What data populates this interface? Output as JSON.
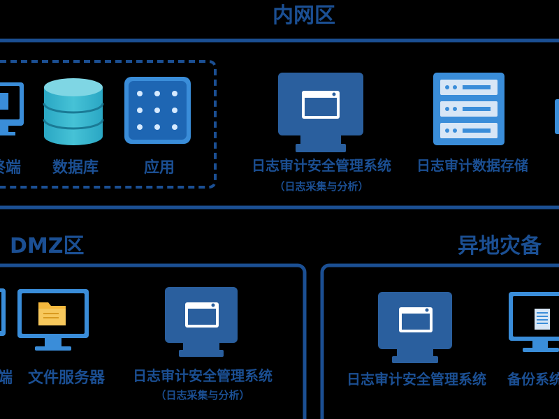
{
  "zones": {
    "intranet": {
      "title": "内网区",
      "items": [
        {
          "label": "终端",
          "icon": "monitor-icon"
        },
        {
          "label": "数据库",
          "icon": "database-icon"
        },
        {
          "label": "应用",
          "icon": "app-server-icon"
        },
        {
          "label": "日志审计安全管理系统",
          "sublabel": "（日志采集与分析）",
          "icon": "monitor-window-icon"
        },
        {
          "label": "日志审计数据存储",
          "icon": "server-rack-icon"
        }
      ]
    },
    "dmz": {
      "title": "DMZ区",
      "items": [
        {
          "label": "终端",
          "icon": "monitor-icon"
        },
        {
          "label": "文件服务器",
          "icon": "folder-monitor-icon"
        },
        {
          "label": "日志审计安全管理系统",
          "sublabel": "（日志采集与分析）",
          "icon": "monitor-window-icon"
        }
      ]
    },
    "remote": {
      "title": "异地灾备",
      "items": [
        {
          "label": "日志审计安全管理系统",
          "icon": "monitor-window-icon"
        },
        {
          "label": "备份系统",
          "icon": "document-monitor-icon"
        }
      ]
    }
  },
  "colors": {
    "background": "#000000",
    "primary": "#1b4f93",
    "icon_dark": "#2a5f9e",
    "icon_light": "#3a8dd9",
    "db_teal": "#3bb3c8",
    "folder": "#f5b83d",
    "server": "#d7e6f6"
  }
}
